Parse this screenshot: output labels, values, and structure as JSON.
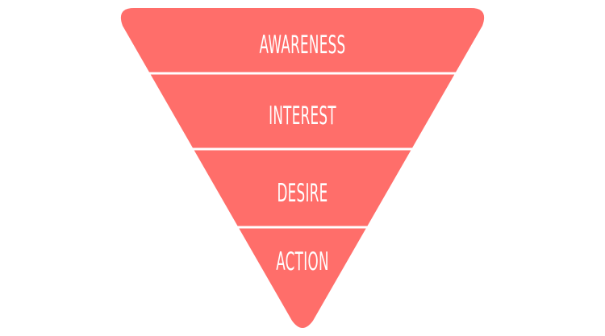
{
  "funnel": {
    "color": "#FF6E6A",
    "stages": [
      {
        "label": "AWARENESS"
      },
      {
        "label": "INTEREST"
      },
      {
        "label": "DESIRE"
      },
      {
        "label": "ACTION"
      }
    ]
  }
}
